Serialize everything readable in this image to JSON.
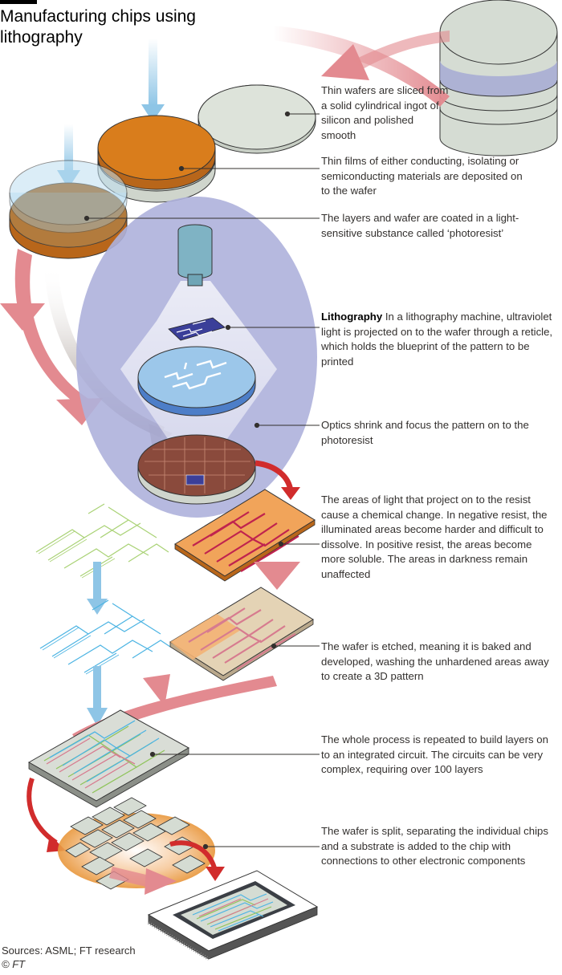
{
  "title": "Manufacturing chips using lithography",
  "annotations": {
    "slicing": "Thin wafers are sliced from a solid cylindrical ingot of silicon and polished smooth",
    "deposition": "Thin films of either conducting, isolating or semiconducting materials are deposited on to the wafer",
    "coating": "The layers and wafer are coated in a light-sensitive substance called ‘photoresist’",
    "lithography_label": "Lithography",
    "lithography": "In a lithography machine, ultraviolet light is projected on to the wafer through a reticle, which holds the blueprint of the pattern to be printed",
    "optics": "Optics shrink and focus the pattern on to the photoresist",
    "exposure": "The areas of light that project on to the resist cause a chemical change. In negative resist, the illuminated areas become harder and difficult to dissolve. In positive resist, the areas become more soluble. The areas in darkness remain unaffected",
    "etching": "The wafer is etched, meaning it is baked and developed, washing the unhardened areas away to create a 3D pattern",
    "layering": "The whole process is repeated to build layers on to an integrated circuit. The circuits can be very complex, requiring over 100 layers",
    "splitting": "The wafer is split, separating the individual chips and a substrate is added to the chip with connections to other electronic components"
  },
  "footer": {
    "source": "Sources: ASML; FT research",
    "copyright": "© FT"
  },
  "colors": {
    "orange": "#d97d1c",
    "lavender": "#aeb1dc",
    "arrow_pink": "#e38a90",
    "arrow_red": "#d12c2c",
    "arrow_blue": "#8ec5e6",
    "silicon": "#d5dcd3",
    "wafer_brown": "#8a4a3c"
  }
}
